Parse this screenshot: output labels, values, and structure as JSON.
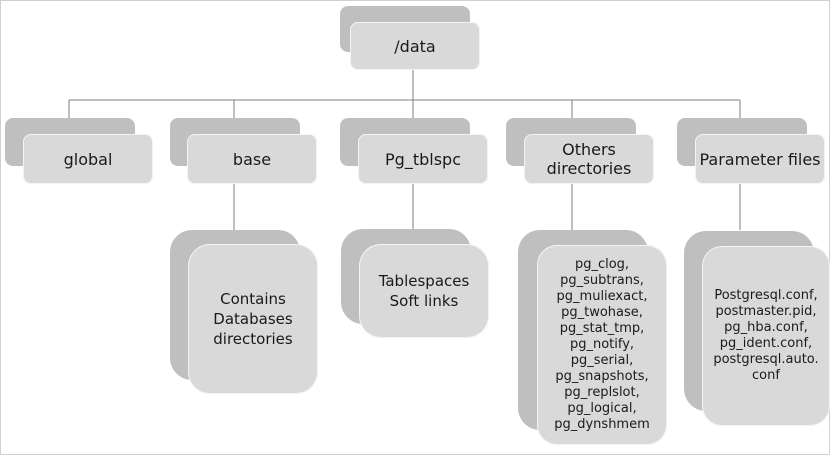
{
  "root": {
    "label": "/data"
  },
  "nodes": [
    {
      "id": "global",
      "label": "global"
    },
    {
      "id": "base",
      "label": "base",
      "detail": [
        "Contains",
        "Databases",
        "directories"
      ]
    },
    {
      "id": "pg_tblspc",
      "label": "Pg_tblspc",
      "detail": [
        "Tablespaces",
        "Soft links"
      ]
    },
    {
      "id": "others",
      "label": [
        "Others",
        "directories"
      ],
      "items": [
        "pg_clog,",
        "pg_subtrans,",
        "pg_muliexact,",
        "pg_twohase,",
        "pg_stat_tmp,",
        "pg_notify,",
        "pg_serial,",
        "pg_snapshots,",
        "pg_replslot,",
        "pg_logical,",
        "pg_dynshmem"
      ]
    },
    {
      "id": "params",
      "label": "Parameter files",
      "items": [
        "Postgresql.conf,",
        "postmaster.pid,",
        "pg_hba.conf,",
        "pg_ident.conf,",
        "postgresql.auto.",
        "conf"
      ]
    }
  ]
}
